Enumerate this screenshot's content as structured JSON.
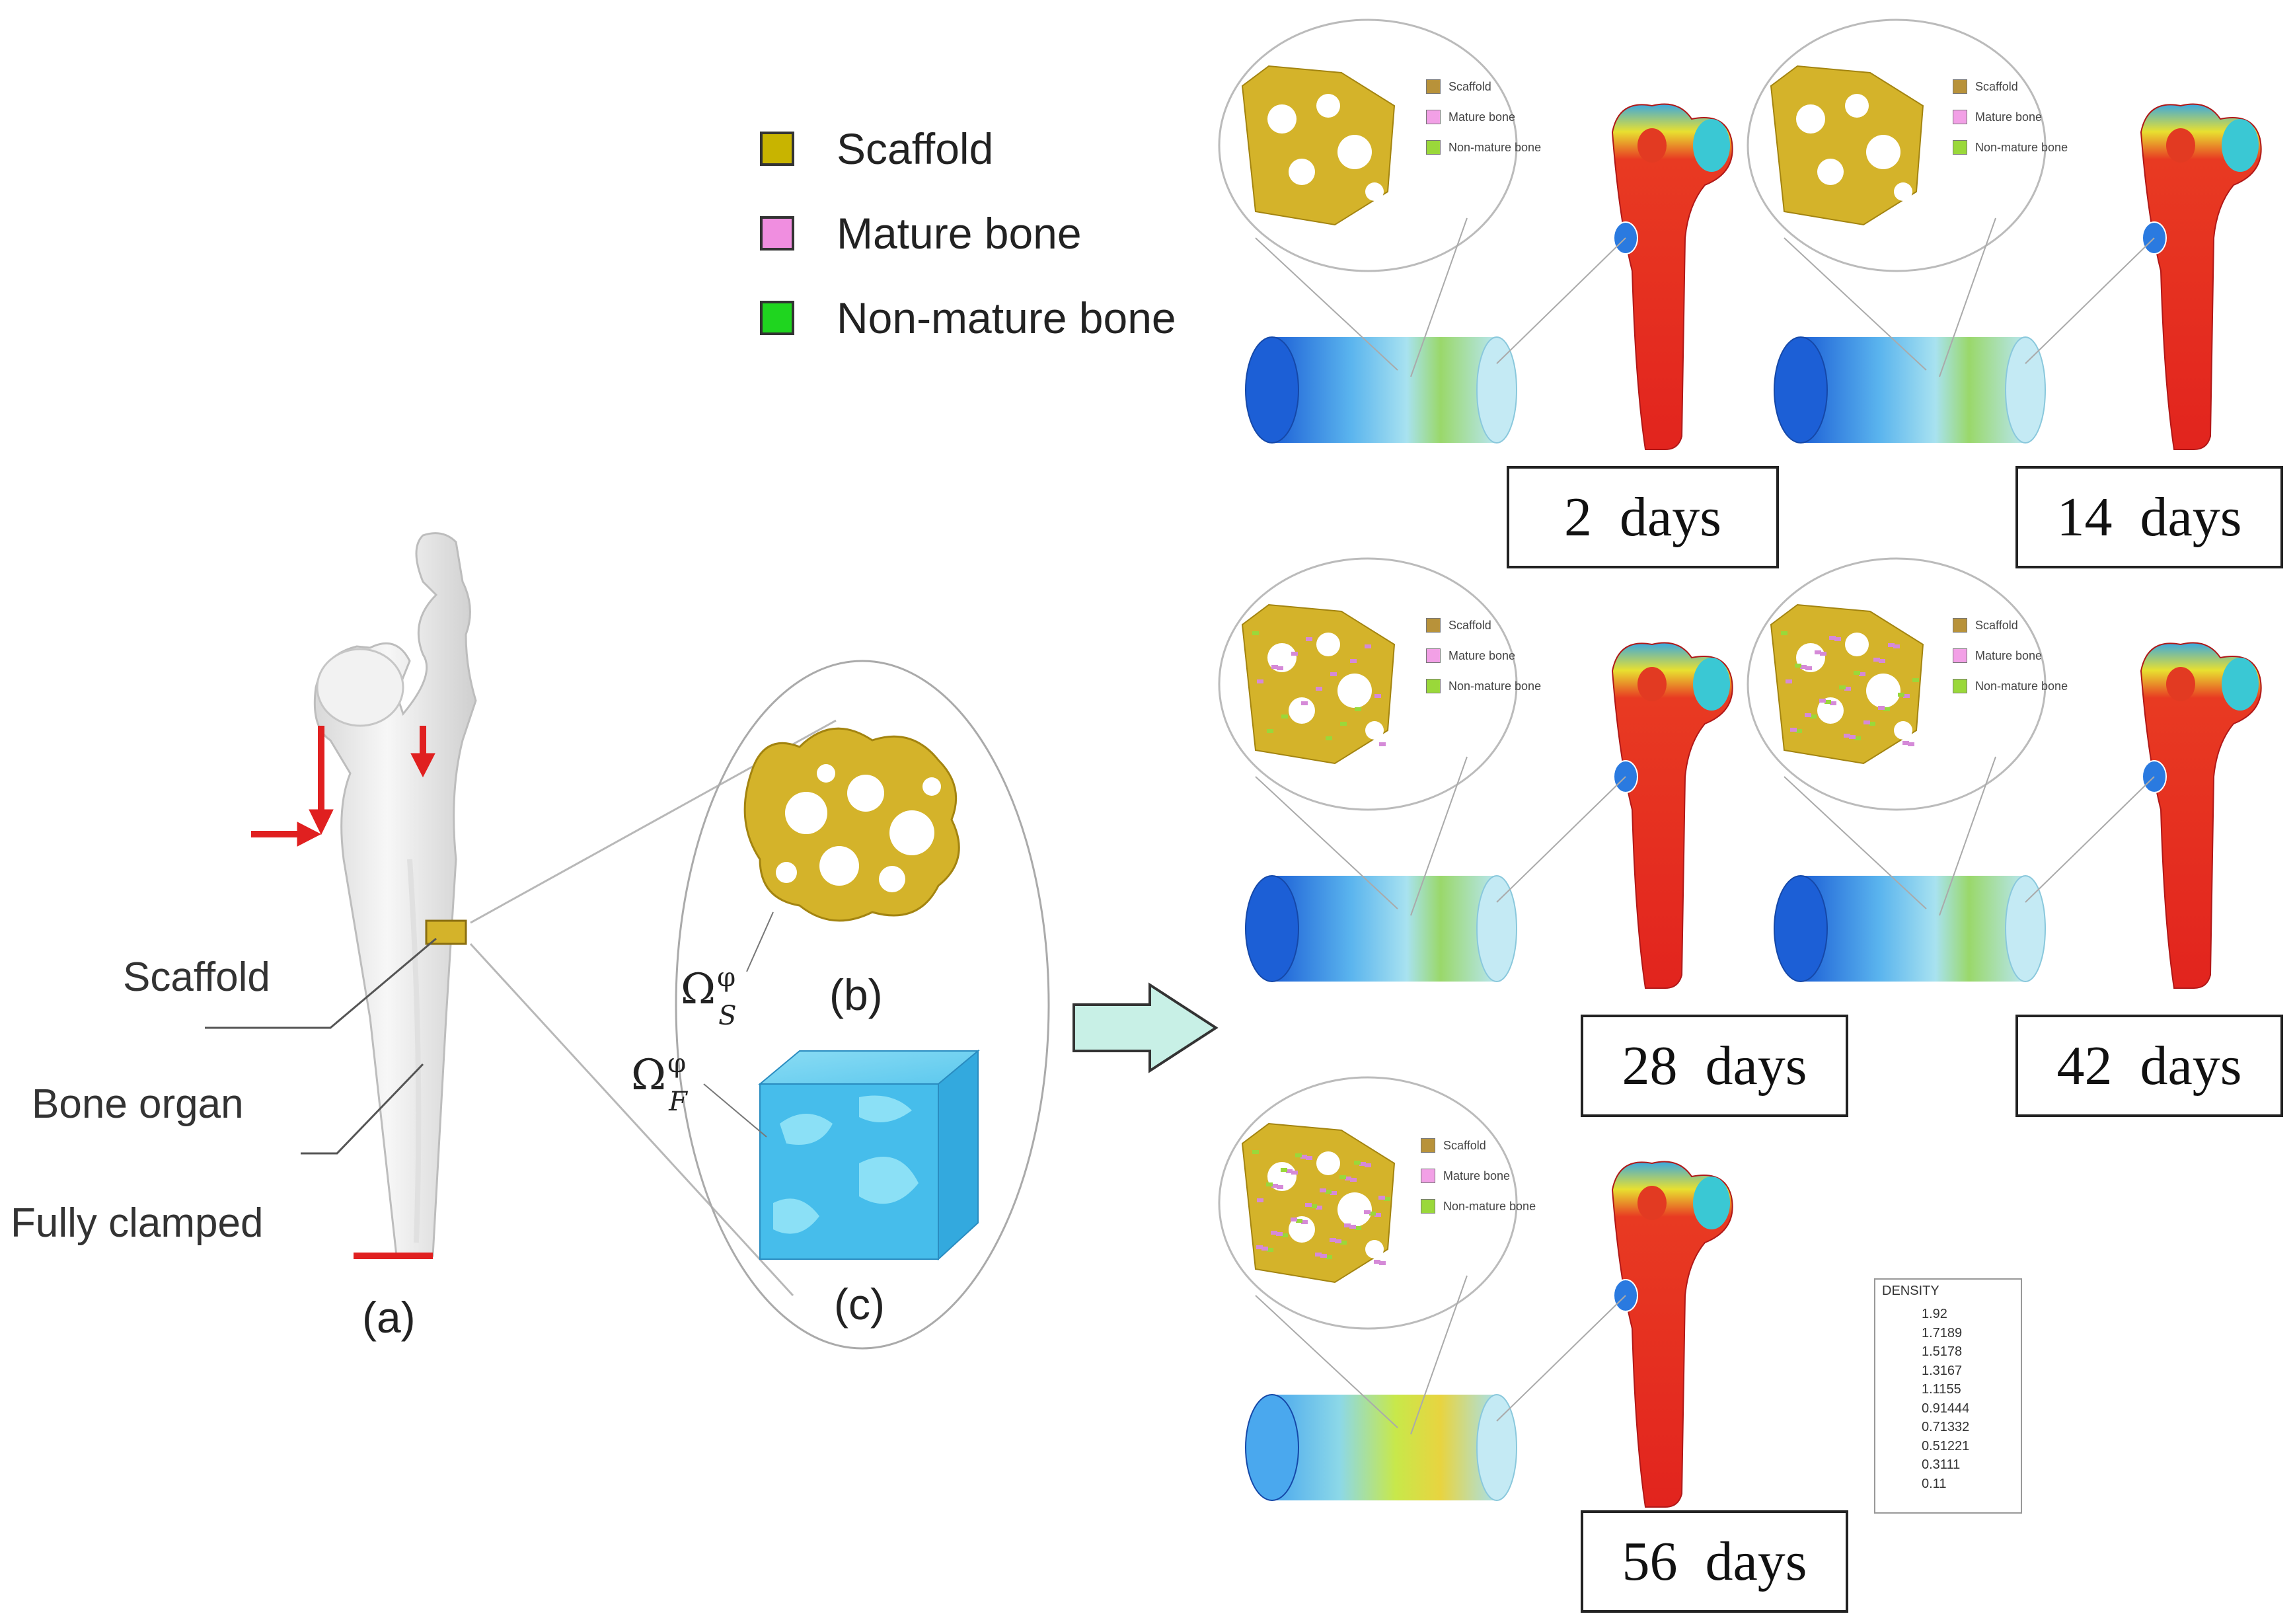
{
  "legend": {
    "items": [
      {
        "label": "Scaffold",
        "color": "#c8b400"
      },
      {
        "label": "Mature bone",
        "color": "#f08ee0"
      },
      {
        "label": "Non-mature bone",
        "color": "#1fd51f"
      }
    ]
  },
  "mini_legend": {
    "items": [
      {
        "label": "Scaffold",
        "color": "#b8923a"
      },
      {
        "label": "Mature bone",
        "color": "#f2a0e6"
      },
      {
        "label": "Non-mature bone",
        "color": "#9ad83a"
      }
    ]
  },
  "panel_a": {
    "labels": {
      "scaffold": "Scaffold",
      "bone_organ": "Bone organ",
      "fully_clamped": "Fully clamped"
    },
    "caption": "(a)"
  },
  "panel_b": {
    "caption": "(b)",
    "omega_s": "Ω",
    "omega_s_sup": "φ",
    "omega_s_sub": "S"
  },
  "panel_c": {
    "caption": "(c)",
    "omega_f": "Ω",
    "omega_f_sup": "φ",
    "omega_f_sub": "F"
  },
  "timepoints": [
    {
      "label": "2  days"
    },
    {
      "label": "14  days"
    },
    {
      "label": "28  days"
    },
    {
      "label": "42  days"
    },
    {
      "label": "56  days"
    }
  ],
  "colorbar": {
    "title": "DENSITY",
    "ticks": [
      "1.92",
      "1.7189",
      "1.5178",
      "1.3167",
      "1.1155",
      "0.91444",
      "0.71332",
      "0.51221",
      "0.3111",
      "0.11"
    ]
  },
  "colors": {
    "arrow_red": "#e02020",
    "flow_arrow_fill": "#c8f0e6",
    "scaffold_gold": "#d4b32a",
    "fluid_blue": "#3fb6e6"
  }
}
